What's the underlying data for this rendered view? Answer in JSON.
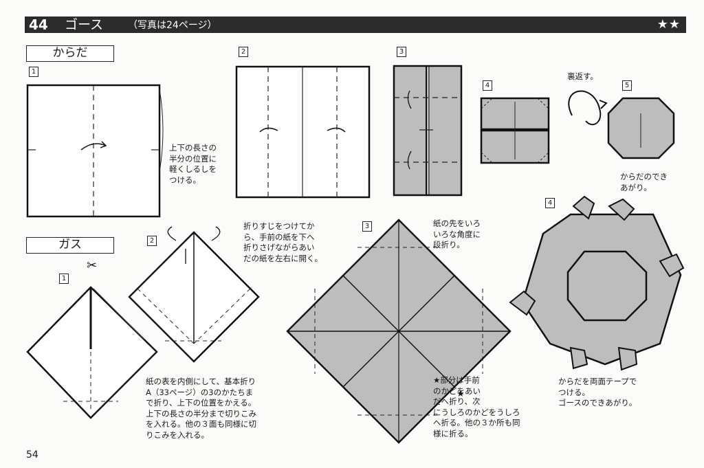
{
  "header": {
    "number": "44",
    "title": "ゴース",
    "subtitle": "（写真は24ページ）",
    "difficulty": "★★"
  },
  "sections": {
    "body_label": "からだ",
    "gauze_label": "ガス"
  },
  "steps": {
    "body_1": "1",
    "body_2": "2",
    "body_3": "3",
    "body_4": "4",
    "body_5": "5",
    "gauze_1": "1",
    "gauze_2": "2",
    "gauze_3": "3",
    "gauze_4": "4"
  },
  "notes": {
    "body_1": "上下の長さの\n半分の位置に\n軽くしるしを\nつける。",
    "body_4_flip": "裏返す。",
    "body_5": "からだのでき\nあがり。",
    "gauze_2": "折りすじをつけてか\nら、手前の紙を下へ\n折りさげながらあい\nだの紙を左右に開く。",
    "gauze_3_top": "紙の先をいろ\nいろな角度に\n段折り。",
    "gauze_1": "紙の表を内側にして、基本折り\nA（33ページ）の3のかたちま\nで折り、上下の位置をかえる。\n上下の長さの半分まで切りこみ\nを入れる。他の３面も同様に切\nりこみを入れる。",
    "gauze_3_bottom": "★部分は手前\nのかどをあい\nだへ折り、次\nにうしろのかどをうしろ\nへ折る。他の３か所も同\n様に折る。",
    "gauze_4": "からだを両面テープで\nつける。\nゴースのできあがり。"
  },
  "icons": [
    "scissors-icon",
    "star-icon",
    "flip-arrow-icon",
    "fold-arrow-icon"
  ],
  "colors": {
    "paper_gray": "#b9b9b9",
    "title_bar": "#2c2c2c",
    "ink": "#1a1a1a"
  },
  "page": {
    "number": "54"
  }
}
